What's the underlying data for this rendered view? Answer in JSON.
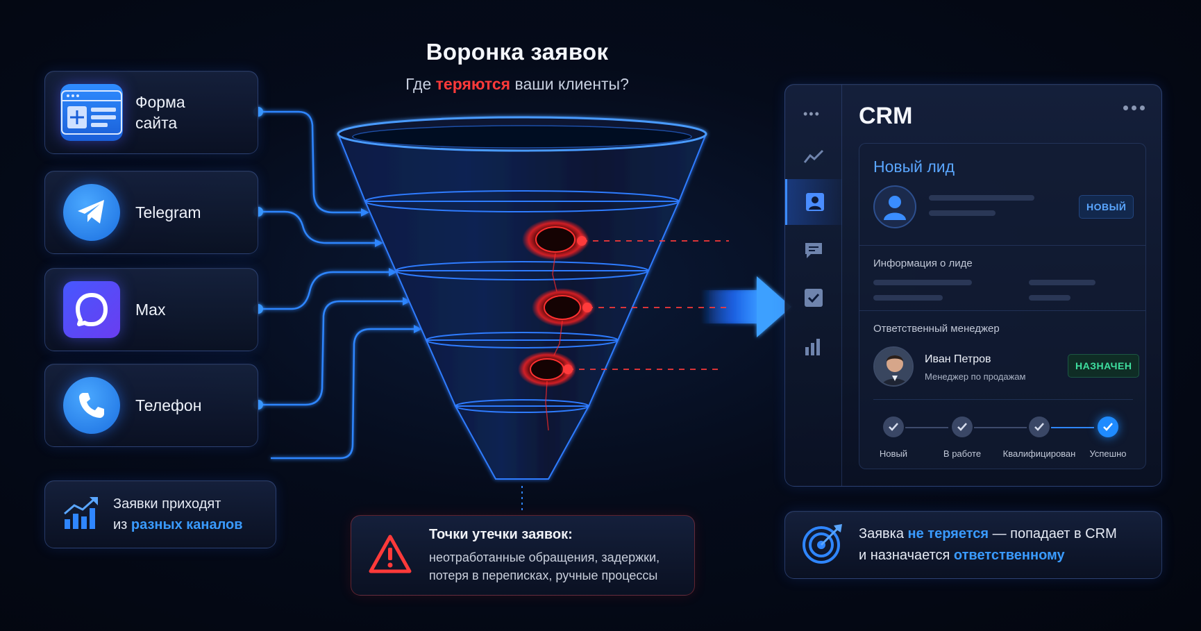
{
  "header": {
    "title": "Воронка заявок",
    "subtitle_pre": "Где ",
    "subtitle_highlight": "теряются",
    "subtitle_post": " ваши клиенты?"
  },
  "sources": [
    {
      "label": "Форма\nсайта",
      "icon": "web-form-icon"
    },
    {
      "label": "Telegram",
      "icon": "telegram-icon"
    },
    {
      "label": "Max",
      "icon": "max-messenger-icon"
    },
    {
      "label": "Телефон",
      "icon": "phone-icon"
    }
  ],
  "channels_note": {
    "line1": "Заявки приходят",
    "line2_pre": "из ",
    "line2_highlight": "разных каналов"
  },
  "leak_box": {
    "title": "Точки утечки заявок:",
    "line1": "неотработанные обращения, задержки,",
    "line2": "потеря в переписках, ручные процессы"
  },
  "crm": {
    "title": "CRM",
    "lead_title": "Новый лид",
    "badge_new": "НОВЫЙ",
    "info_label": "Информация о лиде",
    "manager_label": "Ответственный менеджер",
    "manager_name": "Иван Петров",
    "manager_role": "Менеджер по продажам",
    "badge_assigned": "НАЗНАЧЕН",
    "stages": [
      "Новый",
      "В работе",
      "Квалифицирован",
      "Успешно"
    ]
  },
  "result": {
    "l1_pre": "Заявка ",
    "l1_highlight": "не теряется",
    "l1_post": " — попадает в CRM",
    "l2_pre": "и назначается ",
    "l2_highlight": "ответственному"
  },
  "colors": {
    "accent_blue": "#3a9bff",
    "leak_red": "#ff3a3a",
    "success_green": "#3fe0a0"
  }
}
